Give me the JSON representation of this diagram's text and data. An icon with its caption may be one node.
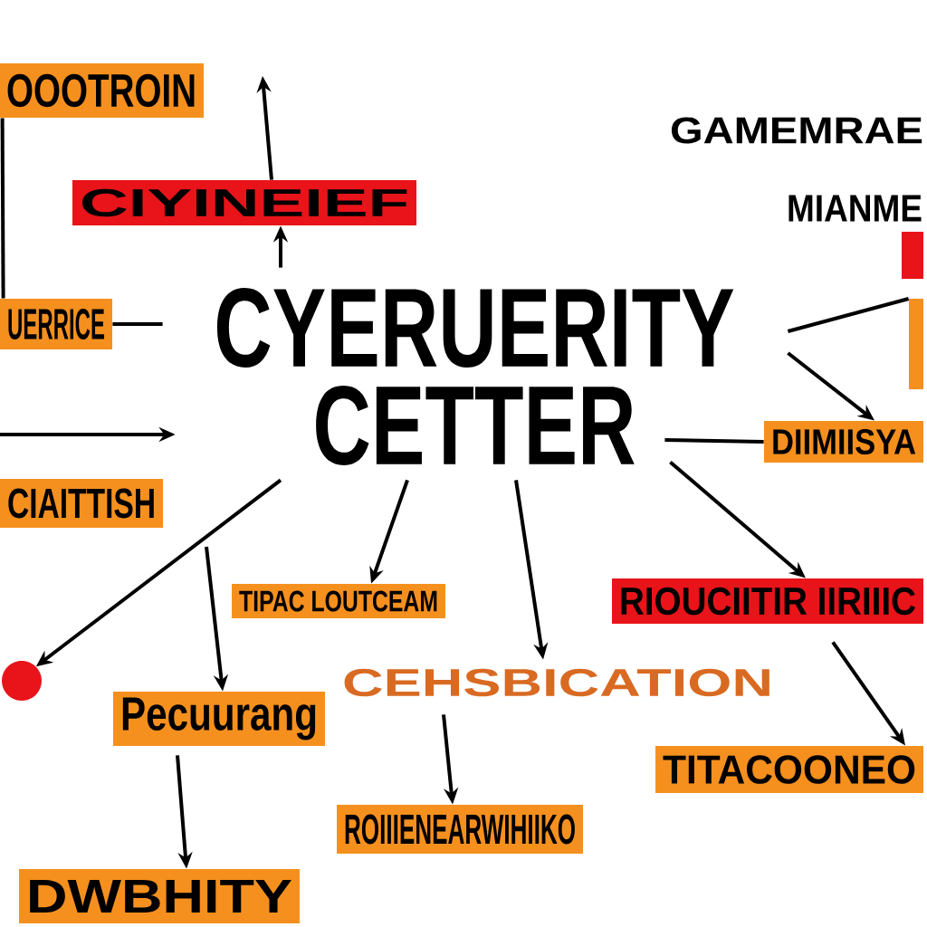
{
  "diagram": {
    "nodes": [
      {
        "text": [
          "CYERUERITY CETTER"
        ]
      },
      {
        "text": [
          "OOOTROIN"
        ]
      },
      {
        "text": [
          "CIYINEIEF"
        ]
      },
      {
        "text": [],
        "shape": "box"
      },
      {
        "text": [],
        "shape": "box"
      },
      {
        "text": [
          "DIIMIISYA"
        ]
      },
      {
        "text": [
          "UERRICE"
        ]
      },
      {
        "text": [
          "CIAITTISH"
        ]
      },
      {
        "text": [],
        "shape": "circle"
      },
      {
        "text": [
          "TIPAC LOUTCEAM"
        ]
      },
      {
        "text": [
          "CEHSBICATION"
        ]
      },
      {
        "text": [
          "RIOUCIITIR IIRIIIC"
        ]
      },
      {
        "text": [
          "Pecuurang"
        ]
      },
      {
        "text": [
          "ROIIIENEARWIHIIKO"
        ]
      },
      {
        "text": [
          "TITACOONEO"
        ]
      },
      {
        "text": [
          "DWBHITY"
        ]
      }
    ],
    "edges": [
      {
        "from": 1,
        "to": 6,
        "arrow": "none"
      },
      {
        "from": 0,
        "to": 2,
        "arrow": "to"
      },
      {
        "from": 2,
        "to": null,
        "arrow": "to"
      },
      {
        "from": 6,
        "to": 0,
        "arrow": "none"
      },
      {
        "from": null,
        "to": 0,
        "arrow": "to"
      },
      {
        "from": 0,
        "to": 4,
        "arrow": "none"
      },
      {
        "from": 0,
        "to": 5,
        "arrow": "to"
      },
      {
        "from": 0,
        "to": 5,
        "arrow": "none"
      },
      {
        "from": 0,
        "to": 8,
        "arrow": "to"
      },
      {
        "from": 0,
        "to": 9,
        "arrow": "to"
      },
      {
        "from": 0,
        "to": 10,
        "arrow": "to"
      },
      {
        "from": 0,
        "to": 11,
        "arrow": "to"
      },
      {
        "from": null,
        "to": 12,
        "arrow": "to"
      },
      {
        "from": 12,
        "to": 15,
        "arrow": "to"
      },
      {
        "from": 10,
        "to": 13,
        "arrow": "to"
      },
      {
        "from": 11,
        "to": 14,
        "arrow": "to"
      }
    ],
    "labels": [
      "GAMEMRAE",
      "MIANME"
    ]
  }
}
